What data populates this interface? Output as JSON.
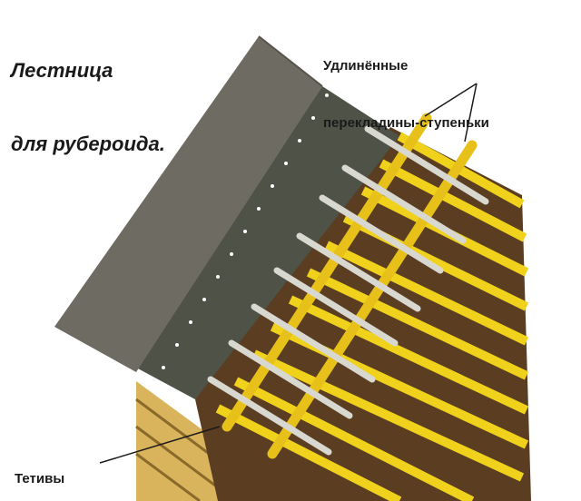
{
  "title_line1": "Лестница",
  "title_line2": "для рубероида.",
  "label_rungs_line1": "Удлинённые",
  "label_rungs_line2": "перекладины-ступеньки",
  "label_stringers": "Тетивы",
  "colors": {
    "roofing_felt": "#6e6c62",
    "felt_underlay": "#4e5247",
    "batten_yellow": "#f0d21c",
    "batten_dark": "#5b3d22",
    "log_wall": "#d9b45c",
    "rung_metal": "#d8d8d0",
    "stringer_yellow": "#e7c11a"
  }
}
